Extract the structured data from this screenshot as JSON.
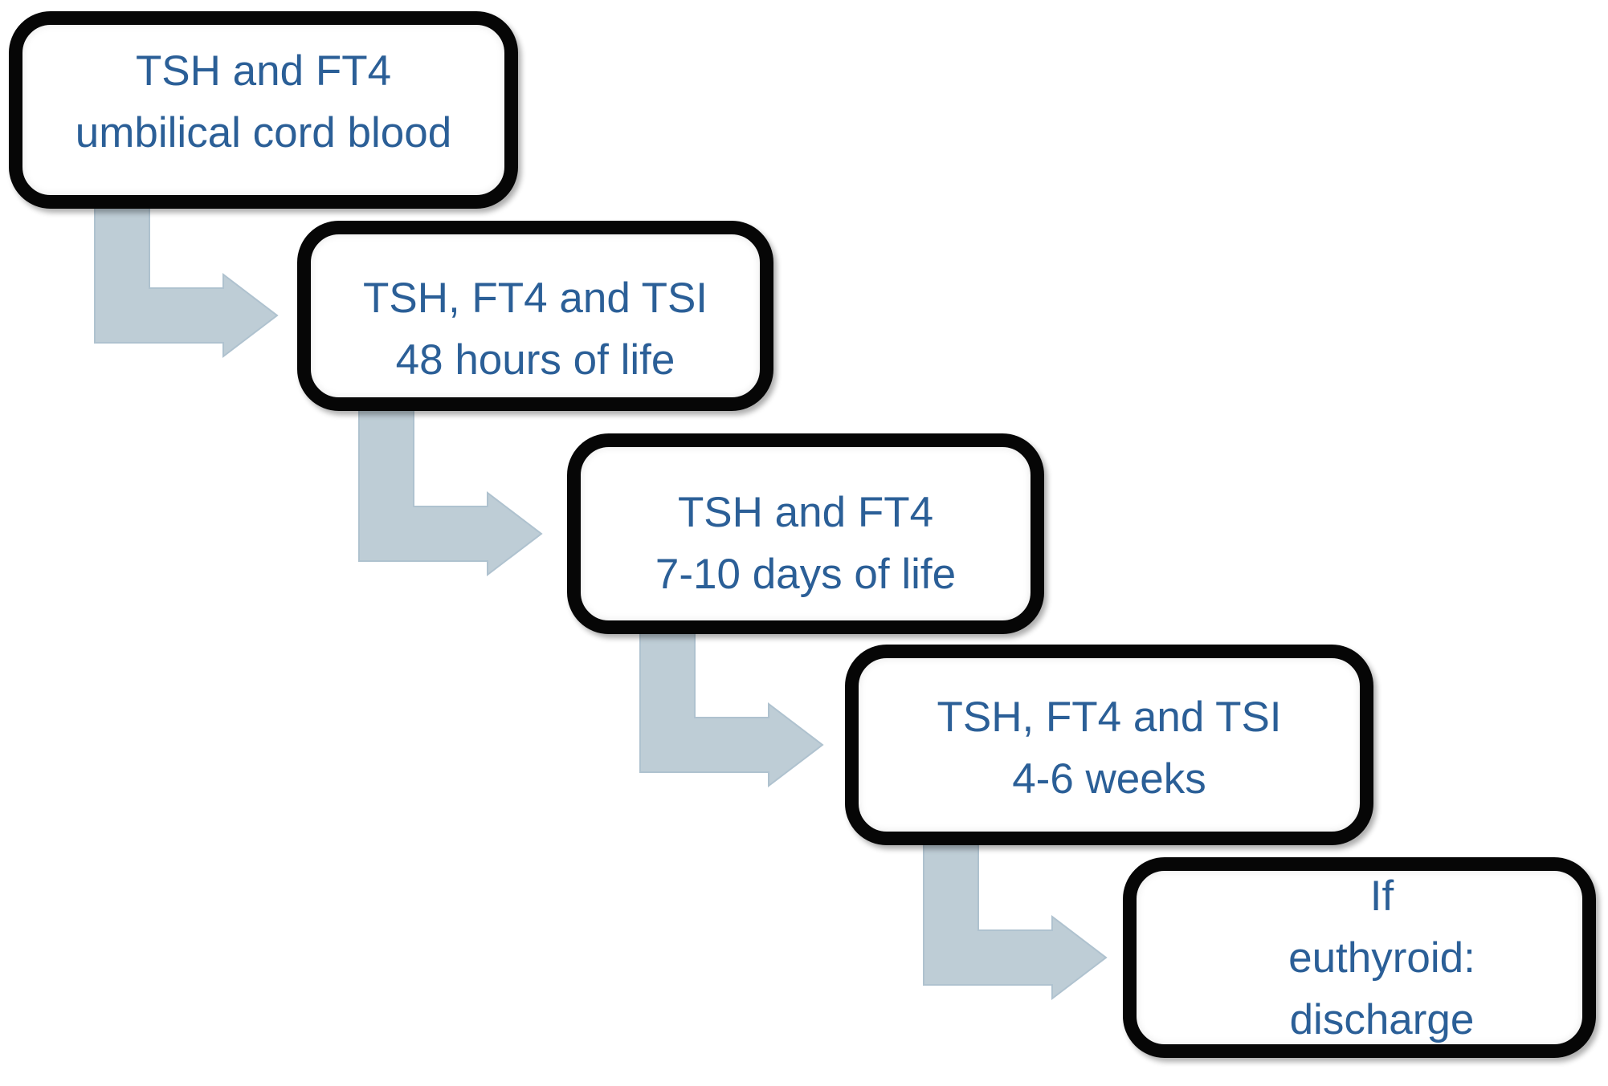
{
  "figure": {
    "kind": "flowchart",
    "description": "Stepwise thyroid-function testing cascade shown as five staircase boxes connected by elbow arrows"
  },
  "colors": {
    "background": "#ffffff",
    "box_fill": "#ffffff",
    "box_border": "#060606",
    "text": "#2B5F97",
    "arrow_fill": "#BECDD6",
    "arrow_edge": "#AFC2CF"
  },
  "nodes": [
    {
      "id": "step-1",
      "lines": [
        "TSH and FT4",
        "umbilical cord blood"
      ]
    },
    {
      "id": "step-2",
      "lines": [
        "TSH, FT4 and TSI",
        "48 hours of life"
      ]
    },
    {
      "id": "step-3",
      "lines": [
        "TSH and FT4",
        "7-10 days of life"
      ]
    },
    {
      "id": "step-4",
      "lines": [
        "TSH, FT4 and TSI",
        "4-6 weeks"
      ]
    },
    {
      "id": "step-5",
      "lines": [
        "If",
        "euthyroid:",
        "discharge"
      ]
    }
  ],
  "connections": [
    {
      "from": "step-1",
      "to": "step-2"
    },
    {
      "from": "step-2",
      "to": "step-3"
    },
    {
      "from": "step-3",
      "to": "step-4"
    },
    {
      "from": "step-4",
      "to": "step-5"
    }
  ]
}
